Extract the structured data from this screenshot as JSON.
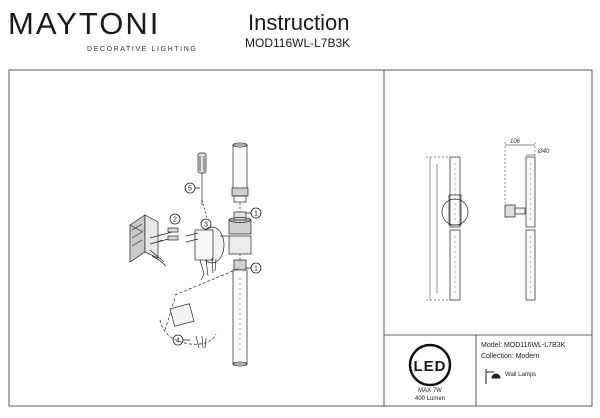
{
  "brand": {
    "name": "MAYTONI",
    "tagline": "DECORATIVE LIGHTING"
  },
  "header": {
    "title": "Instruction",
    "model": "MOD116WL-L7B3K"
  },
  "assembly": {
    "steps": [
      "1",
      "2",
      "3",
      "1",
      "4",
      "5"
    ]
  },
  "dimensions": {
    "width": "106",
    "diameter": "Ø40"
  },
  "specs": {
    "model": "Model: MOD116WL-L7B3K",
    "collection": "Collection: Modern",
    "type": "Wall Lamps"
  },
  "led": {
    "logo": "LED",
    "power": "MAX 7W",
    "lumen": "400 Lumen"
  },
  "colors": {
    "line": "#1a1a1a",
    "paper": "#ffffff"
  }
}
